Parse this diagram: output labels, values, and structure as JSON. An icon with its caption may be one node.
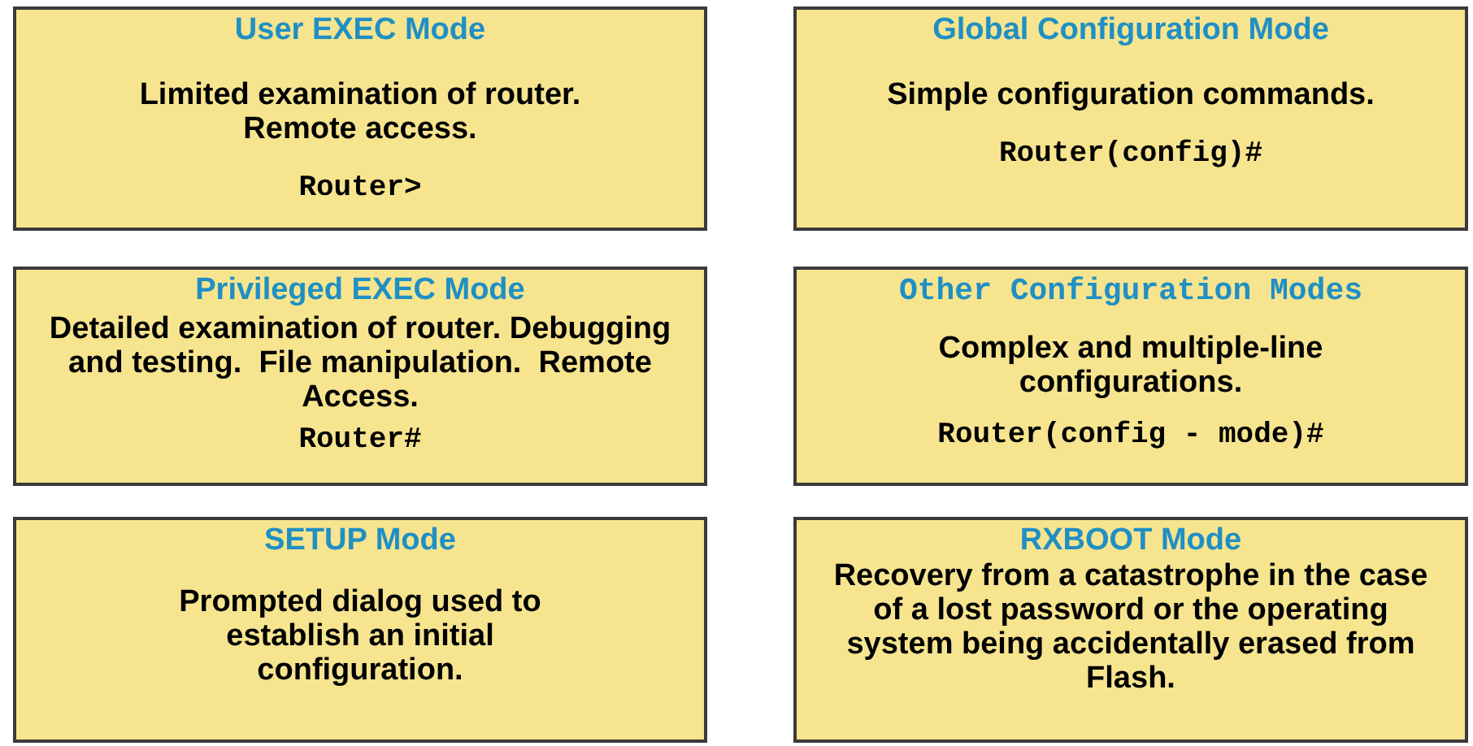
{
  "diagram": {
    "nodes": [
      {
        "text": [
          "User EXEC Mode",
          "Limited examination of router.  Remote access.",
          "Router>"
        ]
      },
      {
        "text": [
          "Global Configuration Mode",
          "Simple configuration commands.",
          "Router(config)#"
        ]
      },
      {
        "text": [
          "Privileged EXEC Mode",
          "Detailed examination of router. Debugging and testing.  File manipulation.  Remote Access.",
          "Router#"
        ]
      },
      {
        "text": [
          "Other Configuration Modes",
          "Complex and multiple-line configurations.",
          "Router(config - mode)#"
        ]
      },
      {
        "text": [
          "SETUP Mode",
          "Prompted dialog used to establish an initial configuration."
        ]
      },
      {
        "text": [
          "RXBOOT Mode",
          "Recovery from a catastrophe in the case of a lost password or the operating system being accidentally erased from Flash."
        ]
      }
    ]
  }
}
